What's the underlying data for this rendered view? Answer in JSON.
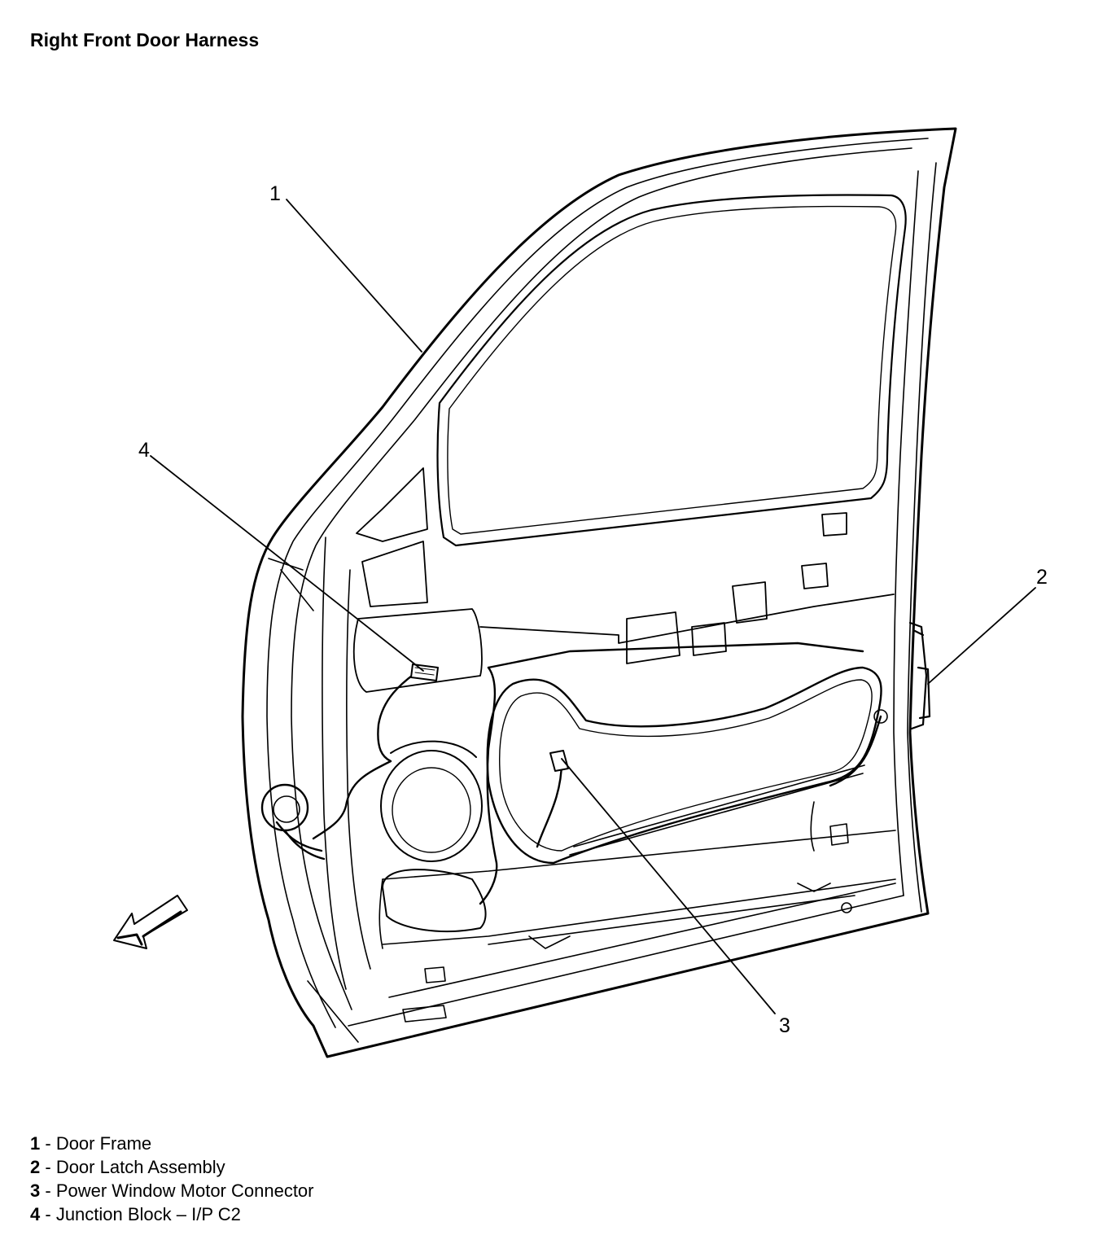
{
  "title": "Right Front Door Harness",
  "callouts": [
    {
      "num": "1"
    },
    {
      "num": "2"
    },
    {
      "num": "3"
    },
    {
      "num": "4"
    }
  ],
  "legend": [
    {
      "num": "1",
      "sep": " - ",
      "label": "Door Frame"
    },
    {
      "num": "2",
      "sep": " - ",
      "label": "Door Latch Assembly"
    },
    {
      "num": "3",
      "sep": " - ",
      "label": "Power Window Motor Connector"
    },
    {
      "num": "4",
      "sep": " - ",
      "label": "Junction Block – I/P C2"
    }
  ]
}
